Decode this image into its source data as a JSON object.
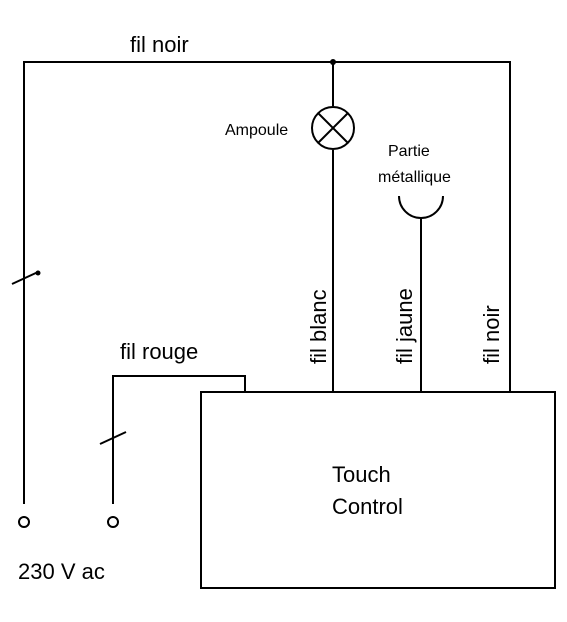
{
  "labels": {
    "top_wire": "fil noir",
    "lamp": "Ampoule",
    "metal_line1": "Partie",
    "metal_line2": "métallique",
    "wire_white": "fil blanc",
    "wire_yellow": "fil jaune",
    "wire_black_right": "fil noir",
    "wire_red": "fil rouge",
    "device_line1": "Touch",
    "device_line2": "Control",
    "supply": "230 V ac"
  }
}
